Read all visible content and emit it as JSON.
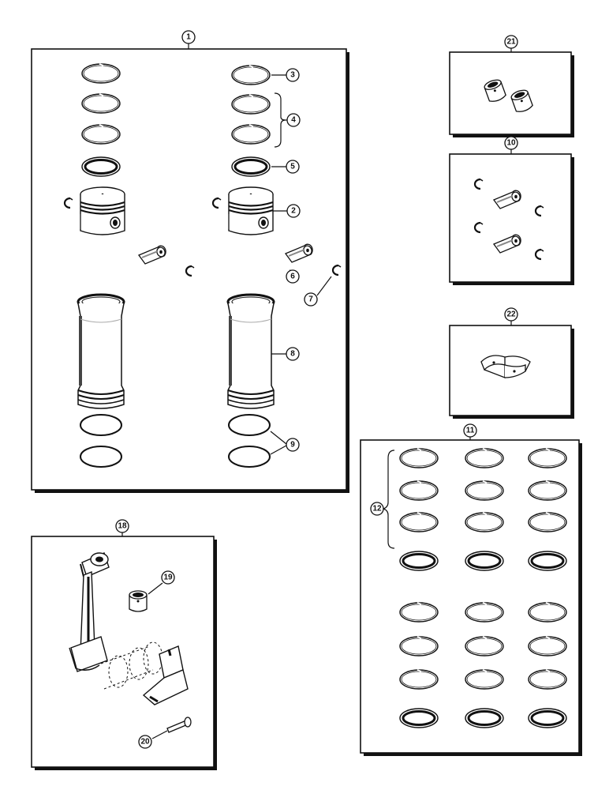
{
  "callouts": {
    "c1": "1",
    "c2": "2",
    "c3": "3",
    "c4": "4",
    "c5": "5",
    "c6": "6",
    "c7": "7",
    "c8": "8",
    "c9": "9",
    "c10": "10",
    "c11": "11",
    "c12": "12",
    "c18": "18",
    "c19": "19",
    "c20": "20",
    "c21": "21",
    "c22": "22"
  },
  "colors": {
    "ink": "#111111",
    "paper": "#ffffff"
  }
}
